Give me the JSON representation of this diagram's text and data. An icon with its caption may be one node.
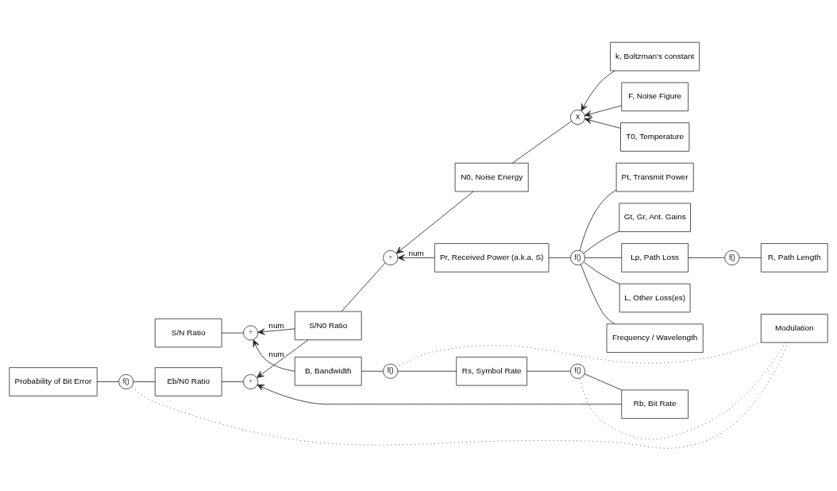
{
  "diagram": {
    "nodes": [
      {
        "text": [
          "S/N Ratio"
        ]
      },
      {
        "text": [
          "÷"
        ]
      },
      {
        "text": [
          "S/N0 Ratio"
        ]
      },
      {
        "text": [
          "Eb/N0 Ratio"
        ]
      },
      {
        "text": [
          "÷"
        ]
      },
      {
        "text": [
          "Rb, Bit Rate"
        ]
      },
      {
        "text": [
          "f()"
        ]
      },
      {
        "text": [
          "Modulation"
        ]
      },
      {
        "text": [
          "f()"
        ]
      },
      {
        "text": [
          "Rs, Symbol Rate"
        ]
      },
      {
        "text": [
          "f()"
        ]
      },
      {
        "text": [
          "Probability of Bit Error"
        ]
      },
      {
        "text": [
          "B, Bandwidth"
        ]
      },
      {
        "text": [
          "k, Boltzman's constant"
        ]
      },
      {
        "text": [
          "N0, Noise Energy"
        ]
      },
      {
        "text": [
          "X"
        ]
      },
      {
        "text": [
          "F, Noise Figure"
        ]
      },
      {
        "text": [
          "T0, Temperature"
        ]
      },
      {
        "text": [
          "÷"
        ]
      },
      {
        "text": [
          "Pt, Transmit Power"
        ]
      },
      {
        "text": [
          "Gt, Gr, Ant. Gains"
        ]
      },
      {
        "text": [
          "Pr, Received Power (a.k.a. S)"
        ]
      },
      {
        "text": [
          "f()"
        ]
      },
      {
        "text": [
          "Lp, Path Loss"
        ]
      },
      {
        "text": [
          "f()"
        ]
      },
      {
        "text": [
          "R, Path Length"
        ]
      },
      {
        "text": [
          "L, Other Loss(es)"
        ]
      },
      {
        "text": [
          "Frequency / Wavelength"
        ]
      }
    ],
    "edges": [
      {
        "from": 1,
        "to": 0,
        "arrow": "none"
      },
      {
        "from": 2,
        "to": 1,
        "arrow": "to",
        "label": "num"
      },
      {
        "from": 12,
        "to": 1,
        "arrow": "to"
      },
      {
        "from": 4,
        "to": 3,
        "arrow": "none"
      },
      {
        "from": 2,
        "to": 4,
        "arrow": "to",
        "label": "num"
      },
      {
        "from": 5,
        "to": 4,
        "arrow": "to"
      },
      {
        "from": 18,
        "to": 2,
        "arrow": "none"
      },
      {
        "from": 14,
        "to": 18,
        "arrow": "to"
      },
      {
        "from": 21,
        "to": 18,
        "arrow": "to",
        "label": "num"
      },
      {
        "from": 15,
        "to": 14,
        "arrow": "none"
      },
      {
        "from": 13,
        "to": 15,
        "arrow": "to"
      },
      {
        "from": 16,
        "to": 15,
        "arrow": "to"
      },
      {
        "from": 17,
        "to": 15,
        "arrow": "to"
      },
      {
        "from": 3,
        "to": 6,
        "arrow": "none"
      },
      {
        "from": 6,
        "to": 11,
        "arrow": "none"
      },
      {
        "from": 7,
        "to": 6,
        "arrow": "none",
        "style": "dashed"
      },
      {
        "from": 5,
        "to": 8,
        "arrow": "none"
      },
      {
        "from": 8,
        "to": 9,
        "arrow": "none"
      },
      {
        "from": 7,
        "to": 8,
        "arrow": "none",
        "style": "dashed"
      },
      {
        "from": 9,
        "to": 10,
        "arrow": "none"
      },
      {
        "from": 10,
        "to": 12,
        "arrow": "none"
      },
      {
        "from": 7,
        "to": 10,
        "arrow": "none",
        "style": "dashed"
      },
      {
        "from": 22,
        "to": 21,
        "arrow": "none"
      },
      {
        "from": 19,
        "to": 22,
        "arrow": "none"
      },
      {
        "from": 20,
        "to": 22,
        "arrow": "none"
      },
      {
        "from": 23,
        "to": 22,
        "arrow": "none"
      },
      {
        "from": 26,
        "to": 22,
        "arrow": "none"
      },
      {
        "from": 27,
        "to": 22,
        "arrow": "none"
      },
      {
        "from": 24,
        "to": 23,
        "arrow": "none"
      },
      {
        "from": 25,
        "to": 24,
        "arrow": "none"
      }
    ]
  }
}
